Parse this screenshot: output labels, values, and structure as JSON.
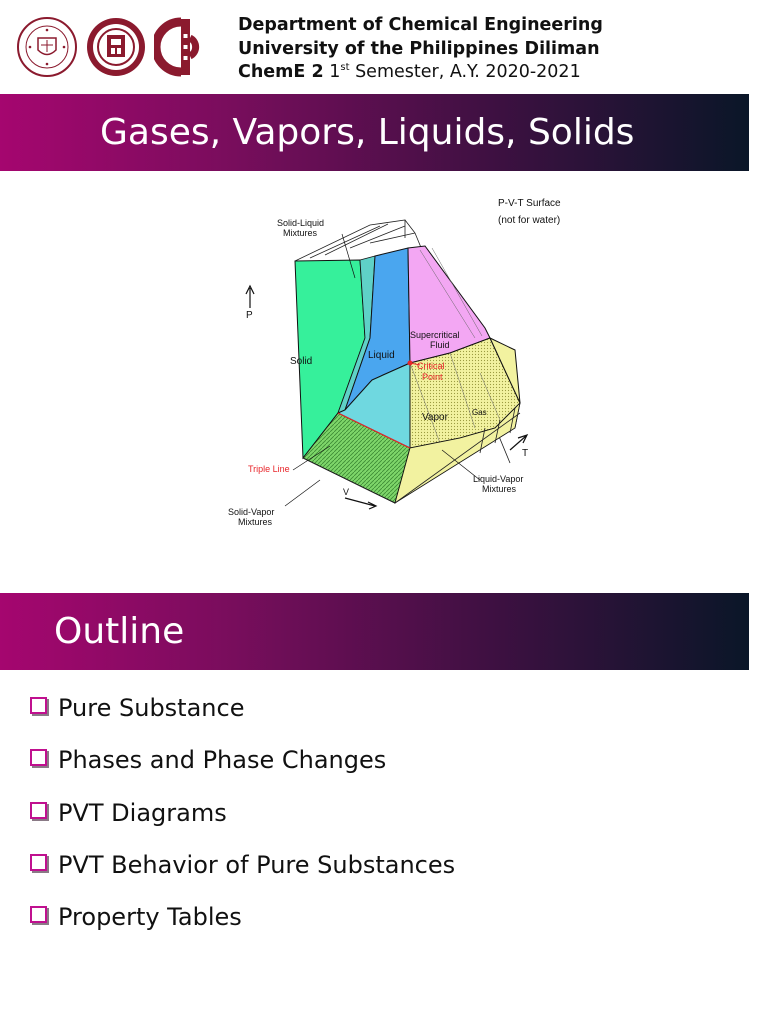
{
  "header": {
    "line1": "Department of Chemical Engineering",
    "line2": "University of the Philippines Diliman",
    "course": "ChemE 2",
    "semester_num": "1",
    "semester_sup": "st",
    "semester_rest": " Semester, A.Y. 2020-2021"
  },
  "logos": [
    "university-seal-icon",
    "engineering-seal-icon",
    "cheme-logo-icon"
  ],
  "colors": {
    "band_start": "#a5066f",
    "band_end": "#0a1628",
    "bullet": "#c0108f",
    "logo": "#8b1a2e"
  },
  "slide1": {
    "title": "Gases, Vapors, Liquids, Solids"
  },
  "diagram": {
    "title_line1": "P-V-T Surface",
    "title_line2": "(not for water)",
    "labels": {
      "solid_liquid_1": "Solid-Liquid",
      "solid_liquid_2": "Mixtures",
      "p_axis": "P",
      "solid": "Solid",
      "liquid": "Liquid",
      "supercritical_1": "Supercritical",
      "supercritical_2": "Fluid",
      "critical_1": "Critical",
      "critical_2": "Point",
      "vapor": "Vapor",
      "gas": "Gas",
      "t_axis": "T",
      "triple_line": "Triple Line",
      "v_axis": "V",
      "liquid_vapor_1": "Liquid-Vapor",
      "liquid_vapor_2": "Mixtures",
      "solid_vapor_1": "Solid-Vapor",
      "solid_vapor_2": "Mixtures"
    }
  },
  "slide2": {
    "title": "Outline",
    "items": [
      "Pure Substance",
      "Phases and Phase Changes",
      "PVT Diagrams",
      "PVT Behavior of Pure Substances",
      "Property Tables"
    ]
  }
}
